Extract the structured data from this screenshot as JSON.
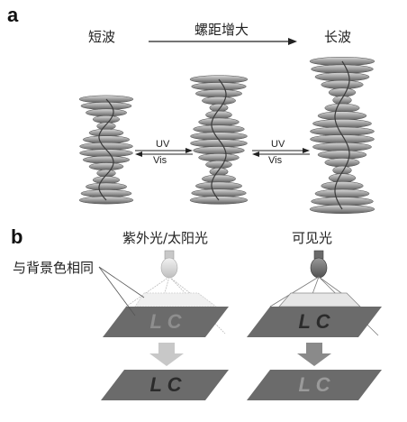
{
  "panel_a": {
    "label": "a",
    "left_title": "短波",
    "arrow_title": "螺距增大",
    "right_title": "长波",
    "switch_1": {
      "top": "UV",
      "bottom": "Vis"
    },
    "switch_2": {
      "top": "UV",
      "bottom": "Vis"
    }
  },
  "panel_b": {
    "label": "b",
    "left_light": "紫外光/太阳光",
    "right_light": "可见光",
    "annotation": "与背景色相同",
    "left_top_text": "L C",
    "left_bottom_text": "L C",
    "right_top_text": "L C",
    "right_bottom_text": "L C"
  },
  "colors": {
    "slab": "#6b6b6b",
    "faded_text": "#9a9a9a",
    "dark_text": "#2b2b2b",
    "arrow_fill": "#bdbdbd"
  }
}
